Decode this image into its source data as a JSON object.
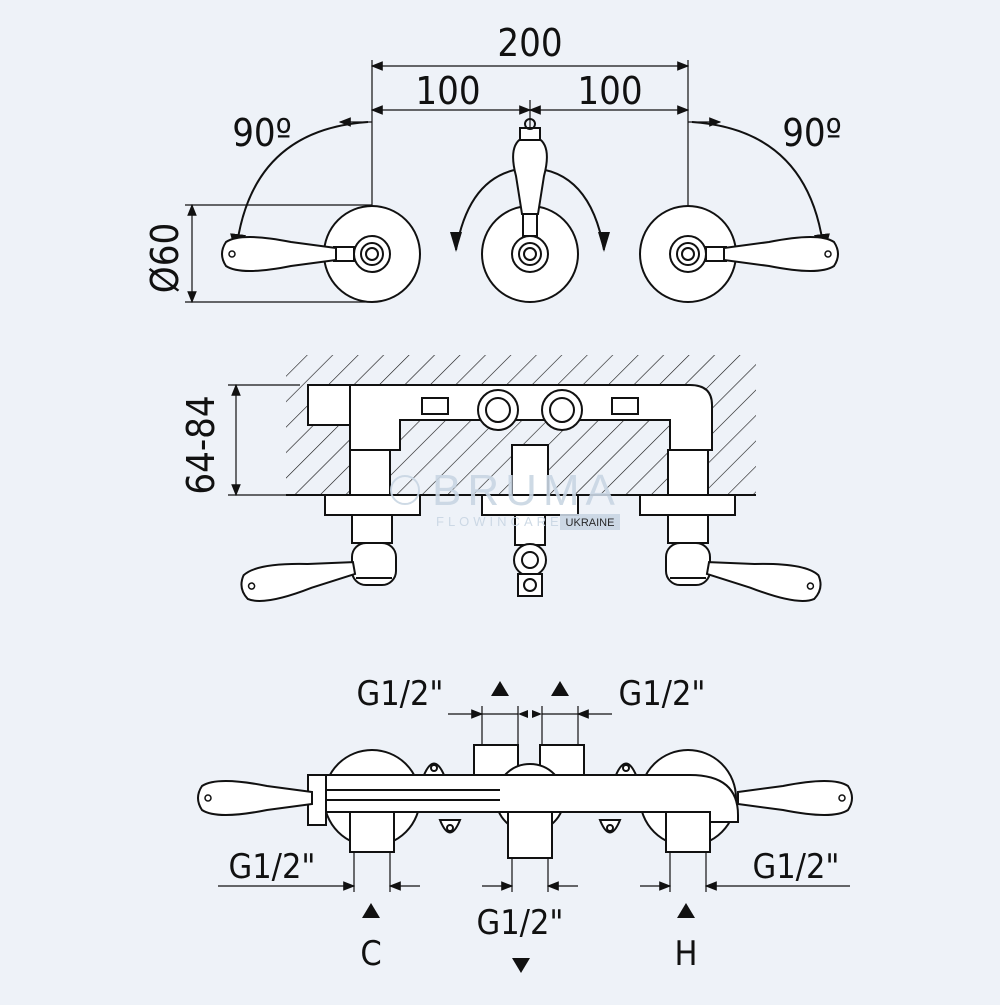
{
  "top_view": {
    "dim_total": "200",
    "dim_left": "100",
    "dim_right": "100",
    "angle_left": "90º",
    "angle_right": "90º",
    "diameter": "Ø60"
  },
  "side_view": {
    "depth": "64-84"
  },
  "bottom_view": {
    "conn_top_left": "G1/2\"",
    "conn_top_right": "G1/2\"",
    "conn_bottom_left": "G1/2\"",
    "conn_bottom_center": "G1/2\"",
    "conn_bottom_right": "G1/2\"",
    "cold_label": "C",
    "hot_label": "H"
  },
  "watermark": {
    "brand": "BRUMA",
    "tagline": "FLOWINCARE",
    "region": "UKRAINE"
  },
  "colors": {
    "background": "#eef2f8",
    "line": "#111111",
    "watermark": "#c9d6e3"
  }
}
